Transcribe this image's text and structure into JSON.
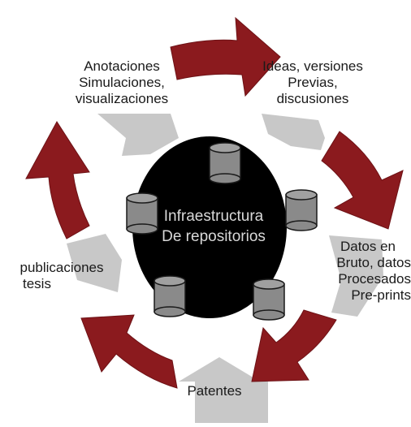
{
  "diagram": {
    "center": {
      "lines": [
        "Infraestructura",
        "De repositorios"
      ]
    },
    "nodes": {
      "annotations": [
        "Anotaciones",
        "Simulaciones,",
        "visualizaciones"
      ],
      "ideas": [
        "Ideas, versiones",
        "Previas,",
        "discusiones"
      ],
      "data": [
        "Datos en",
        "Bruto, datos",
        "Procesados",
        "Pre-prints"
      ],
      "patents": [
        "Patentes"
      ],
      "publications": [
        "publicaciones",
        "tesis"
      ]
    },
    "colors": {
      "red_arrow": "#8b1a1e",
      "red_arrow_edge": "#6d1216",
      "gray_arrow": "#c8c8c8",
      "hub": "#000000",
      "cylinder": "#8a8a8a",
      "center_text": "#d8d8d8"
    }
  }
}
